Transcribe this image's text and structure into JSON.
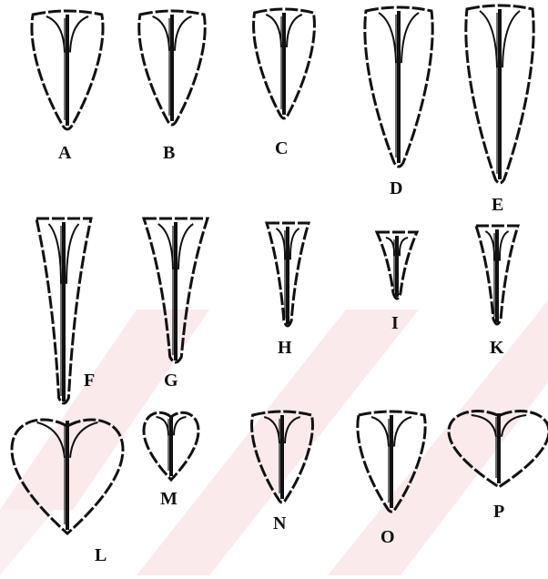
{
  "figure": {
    "labels": [
      "A",
      "B",
      "C",
      "D",
      "E",
      "F",
      "G",
      "H",
      "I",
      "K",
      "L",
      "M",
      "N",
      "O",
      "P"
    ]
  },
  "colors": {
    "ink": "#111111",
    "watermark": "#f6d9dc",
    "background": "#ffffff"
  }
}
